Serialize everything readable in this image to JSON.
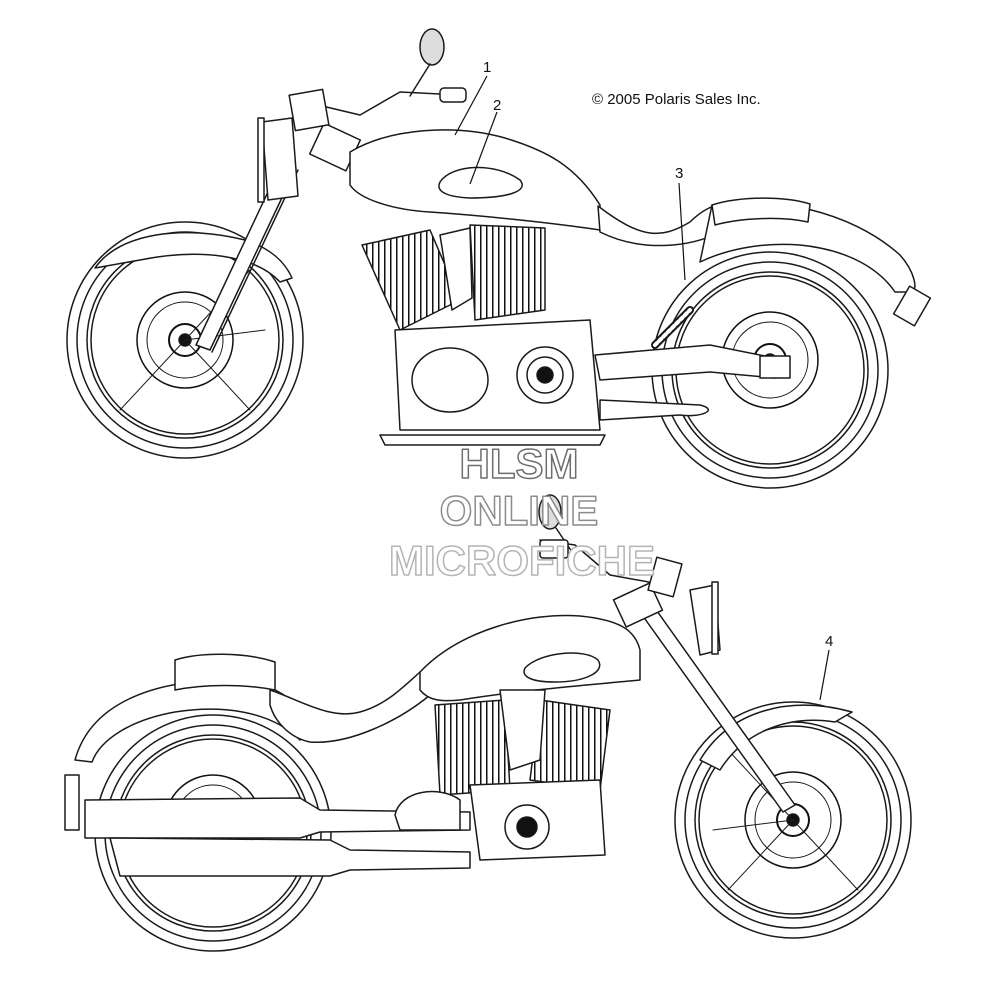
{
  "copyright": "© 2005 Polaris Sales Inc.",
  "callouts": [
    "1",
    "2",
    "3",
    "4"
  ],
  "watermark": [
    "HLSM",
    "ONLINE",
    "MICROFICHE"
  ],
  "colors": {
    "line": "#1a1a1a",
    "watermark_stroke": "#8c8c8c",
    "background": "#ffffff"
  }
}
